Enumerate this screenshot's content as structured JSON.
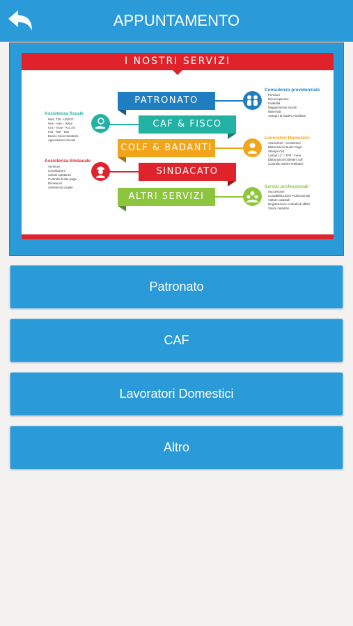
{
  "header": {
    "title": "APPUNTAMENTO",
    "back_icon": "back-arrow-icon"
  },
  "banner": {
    "title": "I NOSTRI SERVIZI",
    "colors": {
      "red": "#e0232a",
      "blue": "#1f7ec2",
      "teal": "#22b2a4",
      "orange": "#f2a51b",
      "green": "#8cc63f"
    },
    "ribbons": [
      {
        "label": "PATRONATO"
      },
      {
        "label": "CAF & FISCO"
      },
      {
        "label": "COLF & BADANTI"
      },
      {
        "label": "SINDACATO"
      },
      {
        "label": "ALTRI SERVIZI"
      }
    ],
    "left_groups": [
      {
        "heading": "Assistenza fiscale",
        "items": [
          "Mod. 730 - UNICO",
          "Isee - Iseu - Isepu",
          "Icric - Iclav - Acc.AS",
          "Imu - Tari - Tasi",
          "Buono Socio Sanitario",
          "Agevolazioni Sociali"
        ]
      },
      {
        "heading": "Assistenza Sindacale",
        "items": [
          "Vertenze",
          "Conciliazioni",
          "Calcoli spettanze",
          "Controllo buste paga",
          "Dimissioni",
          "Assistenza Legale"
        ]
      }
    ],
    "right_groups": [
      {
        "heading": "Consulenza previdenziale",
        "items": [
          "Pensioni",
          "Disoccupazioni",
          "Invalidità",
          "Maggiorazioni sociali",
          "Maternità",
          "Assegni al Nucleo Familiare"
        ]
      },
      {
        "heading": "Lavoratori Domestici",
        "items": [
          "Assunzioni - Cessazioni",
          "Elaborazioni Buste Paga",
          "Stampa Cid",
          "Calcoli 13° - TFR - Ferie",
          "Elaborazioni bollettini colf",
          "Controllo minimi retributivi"
        ]
      },
      {
        "heading": "Servizi professionali",
        "items": [
          "Successioni",
          "Contabilità Liberi Professionisti",
          "Volture catastali",
          "Registrazione contratti di affitto",
          "Visure catastali"
        ]
      }
    ]
  },
  "menu": {
    "buttons": [
      {
        "label": "Patronato"
      },
      {
        "label": "CAF"
      },
      {
        "label": "Lavoratori Domestici"
      },
      {
        "label": "Altro"
      }
    ]
  }
}
